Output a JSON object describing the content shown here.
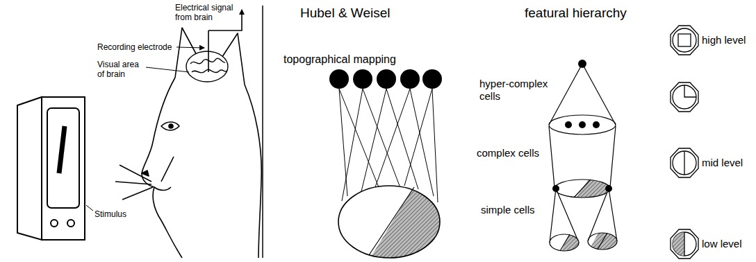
{
  "diagram": {
    "labels": [
      "Electrical signal from brain",
      "Recording electrode",
      "Visual area of brain",
      "Stimulus",
      "Hubel & Weisel",
      "topographical mapping",
      "featural hierarchy",
      "hyper-complex cells",
      "complex cells",
      "simple cells",
      "high level",
      "mid level",
      "low level"
    ]
  }
}
